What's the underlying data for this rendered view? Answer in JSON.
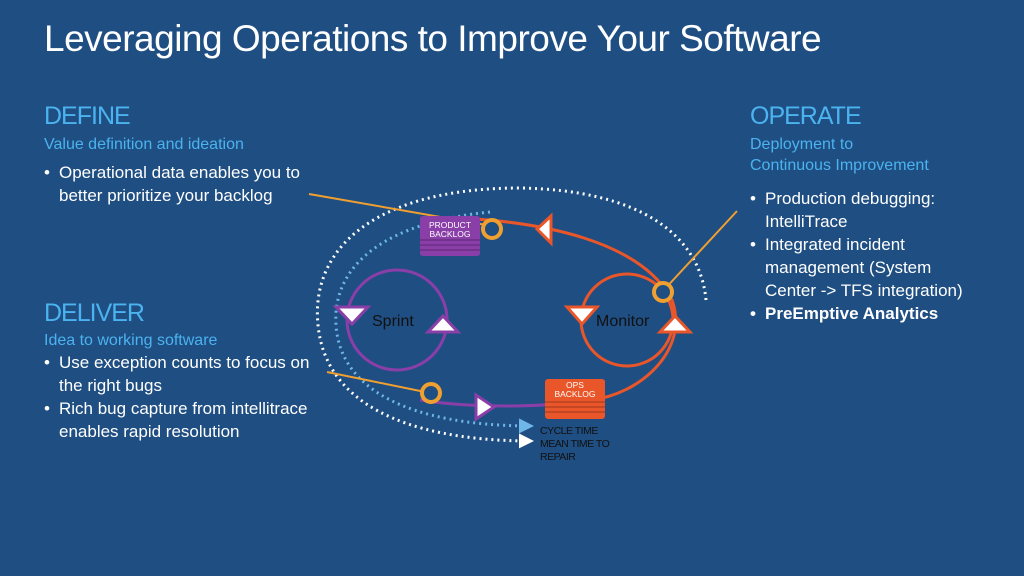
{
  "slide": {
    "title": "Leveraging Operations to Improve Your Software"
  },
  "define": {
    "heading": "DEFINE",
    "subtitle": "Value definition and ideation",
    "bullets": [
      "Operational data enables you to better prioritize your backlog"
    ]
  },
  "deliver": {
    "heading": "DELIVER",
    "subtitle": "Idea to working software",
    "bullets": [
      "Use exception counts to focus on the right bugs",
      "Rich bug capture from intellitrace enables rapid resolution"
    ]
  },
  "operate": {
    "heading": "OPERATE",
    "subtitle_line1": "Deployment to",
    "subtitle_line2": "Continuous Improvement",
    "bullets": [
      "Production debugging: IntelliTrace",
      "Integrated incident management (System Center -> TFS integration)",
      "PreEmptive Analytics"
    ]
  },
  "diagram": {
    "sprint_label": "Sprint",
    "monitor_label": "Monitor",
    "product_backlog_line1": "PRODUCT",
    "product_backlog_line2": "BACKLOG",
    "ops_backlog_line1": "OPS",
    "ops_backlog_line2": "BACKLOG",
    "cycle_time": "CYCLE TIME",
    "mttr_line1": "MEAN TIME TO",
    "mttr_line2": "REPAIR"
  },
  "colors": {
    "background": "#1f4e82",
    "heading": "#4bb3ef",
    "purple": "#8a3fa8",
    "orange": "#e8562a",
    "callout": "#f0a030",
    "dotted": "#6fb7e8"
  }
}
